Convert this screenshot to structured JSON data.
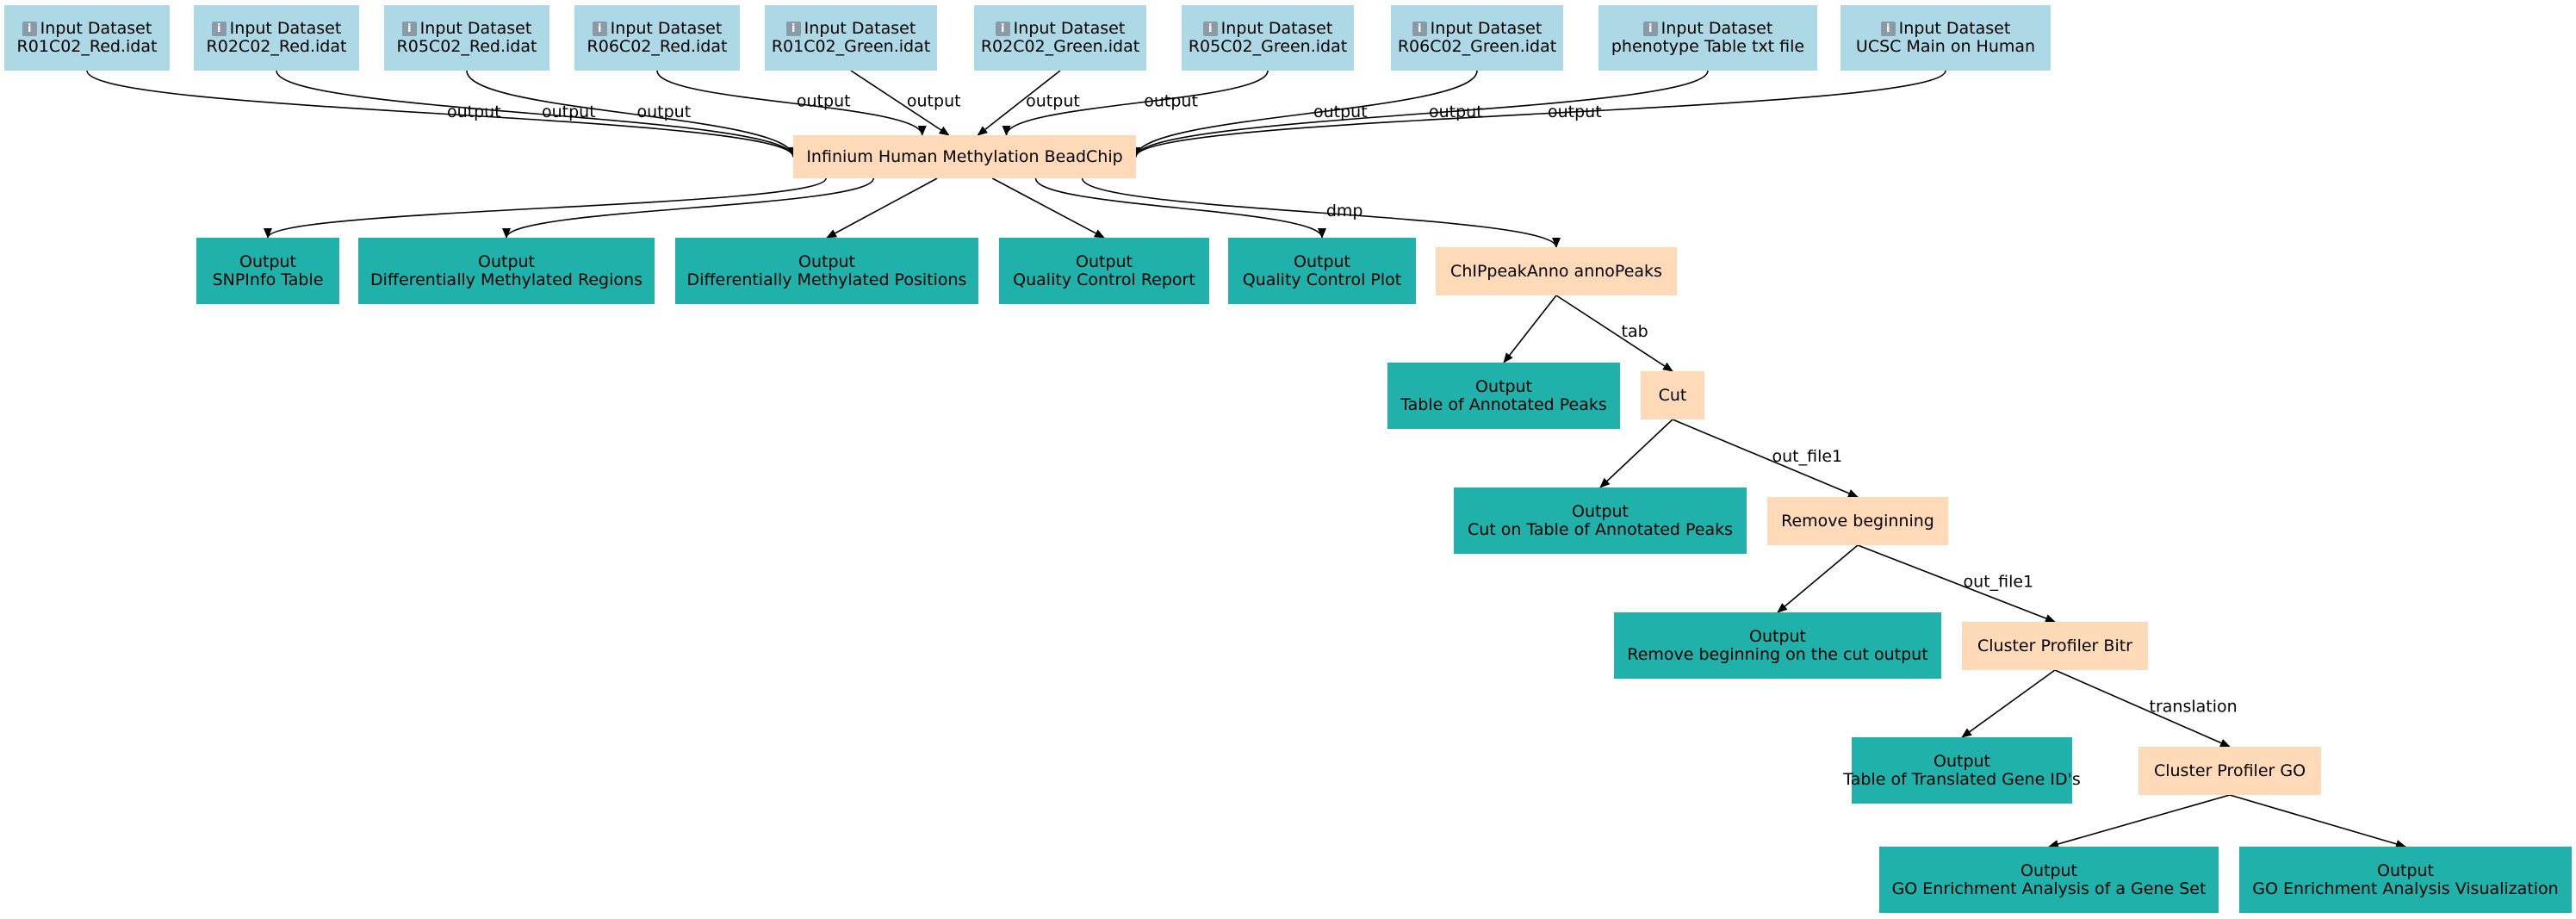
{
  "inputs": [
    {
      "id": "in1",
      "title": "Input Dataset",
      "name": "R01C02_Red.idat",
      "icon": "info-icon"
    },
    {
      "id": "in2",
      "title": "Input Dataset",
      "name": "R02C02_Red.idat",
      "icon": "info-icon"
    },
    {
      "id": "in3",
      "title": "Input Dataset",
      "name": "R05C02_Red.idat",
      "icon": "info-icon"
    },
    {
      "id": "in4",
      "title": "Input Dataset",
      "name": "R06C02_Red.idat",
      "icon": "info-icon"
    },
    {
      "id": "in5",
      "title": "Input Dataset",
      "name": "R01C02_Green.idat",
      "icon": "info-icon"
    },
    {
      "id": "in6",
      "title": "Input Dataset",
      "name": "R02C02_Green.idat",
      "icon": "info-icon"
    },
    {
      "id": "in7",
      "title": "Input Dataset",
      "name": "R05C02_Green.idat",
      "icon": "info-icon"
    },
    {
      "id": "in8",
      "title": "Input Dataset",
      "name": "R06C02_Green.idat",
      "icon": "info-icon"
    },
    {
      "id": "in9",
      "title": "Input Dataset",
      "name": "phenotype Table txt file",
      "icon": "info-icon"
    },
    {
      "id": "in10",
      "title": "Input Dataset",
      "name": "UCSC Main on Human",
      "icon": "info-icon"
    }
  ],
  "tools": [
    {
      "id": "t_infinium",
      "label": "Infinium Human Methylation BeadChip"
    },
    {
      "id": "t_chip",
      "label": "ChIPpeakAnno annoPeaks"
    },
    {
      "id": "t_cut",
      "label": "Cut"
    },
    {
      "id": "t_remove",
      "label": "Remove beginning"
    },
    {
      "id": "t_bitr",
      "label": "Cluster Profiler Bitr"
    },
    {
      "id": "t_go",
      "label": "Cluster Profiler GO"
    }
  ],
  "outputs": [
    {
      "id": "o_snp",
      "title": "Output",
      "name": "SNPInfo Table"
    },
    {
      "id": "o_dmr",
      "title": "Output",
      "name": "Differentially Methylated Regions"
    },
    {
      "id": "o_dmp",
      "title": "Output",
      "name": "Differentially Methylated Positions"
    },
    {
      "id": "o_qcr",
      "title": "Output",
      "name": "Quality Control Report"
    },
    {
      "id": "o_qcp",
      "title": "Output",
      "name": "Quality Control Plot"
    },
    {
      "id": "o_tap",
      "title": "Output",
      "name": "Table of Annotated Peaks"
    },
    {
      "id": "o_cut",
      "title": "Output",
      "name": "Cut on Table of Annotated Peaks"
    },
    {
      "id": "o_rem",
      "title": "Output",
      "name": "Remove beginning on the cut output"
    },
    {
      "id": "o_tgi",
      "title": "Output",
      "name": "Table of Translated Gene ID's"
    },
    {
      "id": "o_goes",
      "title": "Output",
      "name": "GO Enrichment Analysis of a Gene Set"
    },
    {
      "id": "o_goev",
      "title": "Output",
      "name": "GO Enrichment Analysis Visualization"
    }
  ],
  "edges": [
    {
      "from": "in1",
      "to": "t_infinium",
      "label": "output"
    },
    {
      "from": "in2",
      "to": "t_infinium",
      "label": "output"
    },
    {
      "from": "in3",
      "to": "t_infinium",
      "label": "output"
    },
    {
      "from": "in4",
      "to": "t_infinium",
      "label": "output"
    },
    {
      "from": "in5",
      "to": "t_infinium",
      "label": "output"
    },
    {
      "from": "in6",
      "to": "t_infinium",
      "label": "output"
    },
    {
      "from": "in7",
      "to": "t_infinium",
      "label": "output"
    },
    {
      "from": "in8",
      "to": "t_infinium",
      "label": "output"
    },
    {
      "from": "in9",
      "to": "t_infinium",
      "label": "output"
    },
    {
      "from": "in10",
      "to": "t_infinium",
      "label": "output"
    },
    {
      "from": "t_infinium",
      "to": "o_snp",
      "label": ""
    },
    {
      "from": "t_infinium",
      "to": "o_dmr",
      "label": ""
    },
    {
      "from": "t_infinium",
      "to": "o_dmp",
      "label": ""
    },
    {
      "from": "t_infinium",
      "to": "o_qcr",
      "label": ""
    },
    {
      "from": "t_infinium",
      "to": "o_qcp",
      "label": ""
    },
    {
      "from": "t_infinium",
      "to": "t_chip",
      "label": "dmp"
    },
    {
      "from": "t_chip",
      "to": "o_tap",
      "label": ""
    },
    {
      "from": "t_chip",
      "to": "t_cut",
      "label": "tab"
    },
    {
      "from": "t_cut",
      "to": "o_cut",
      "label": ""
    },
    {
      "from": "t_cut",
      "to": "t_remove",
      "label": "out_file1"
    },
    {
      "from": "t_remove",
      "to": "o_rem",
      "label": ""
    },
    {
      "from": "t_remove",
      "to": "t_bitr",
      "label": "out_file1"
    },
    {
      "from": "t_bitr",
      "to": "o_tgi",
      "label": ""
    },
    {
      "from": "t_bitr",
      "to": "t_go",
      "label": "translation"
    },
    {
      "from": "t_go",
      "to": "o_goes",
      "label": ""
    },
    {
      "from": "t_go",
      "to": "o_goev",
      "label": ""
    }
  ],
  "colors": {
    "input": "#add8e6",
    "tool": "#ffdab9",
    "output": "#20b2aa",
    "edge": "#000000"
  }
}
